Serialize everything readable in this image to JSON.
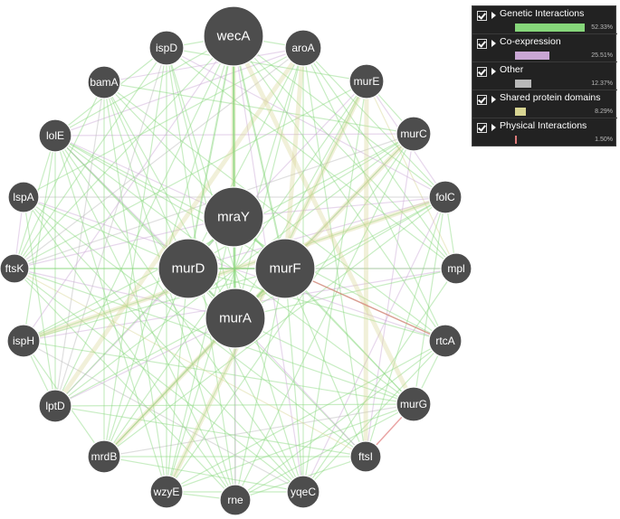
{
  "network": {
    "hub_nodes": [
      {
        "id": "wecA"
      },
      {
        "id": "mraY"
      },
      {
        "id": "murD"
      },
      {
        "id": "murF"
      },
      {
        "id": "murA"
      }
    ],
    "ring_nodes": [
      {
        "id": "aroA"
      },
      {
        "id": "murE"
      },
      {
        "id": "murC"
      },
      {
        "id": "folC"
      },
      {
        "id": "mpl"
      },
      {
        "id": "rtcA"
      },
      {
        "id": "murG"
      },
      {
        "id": "ftsI"
      },
      {
        "id": "yqeC"
      },
      {
        "id": "rne"
      },
      {
        "id": "wzyE"
      },
      {
        "id": "mrdB"
      },
      {
        "id": "lptD"
      },
      {
        "id": "ispH"
      },
      {
        "id": "ftsK"
      },
      {
        "id": "lspA"
      },
      {
        "id": "lolE"
      },
      {
        "id": "bamA"
      },
      {
        "id": "ispD"
      }
    ],
    "node_color": "#4d4d4d",
    "node_stroke": "#ffffff"
  },
  "legend": {
    "items": [
      {
        "label": "Genetic Interactions",
        "percent": "52.33%",
        "share": 0.5233,
        "color": "#86d67a"
      },
      {
        "label": "Co-expression",
        "percent": "25.51%",
        "share": 0.2551,
        "color": "#c9a6d4"
      },
      {
        "label": "Other",
        "percent": "12.37%",
        "share": 0.1237,
        "color": "#b8b8b8"
      },
      {
        "label": "Shared protein domains",
        "percent": "8.29%",
        "share": 0.0829,
        "color": "#d8d592"
      },
      {
        "label": "Physical Interactions",
        "percent": "1.50%",
        "share": 0.015,
        "color": "#e07b7b"
      }
    ]
  }
}
